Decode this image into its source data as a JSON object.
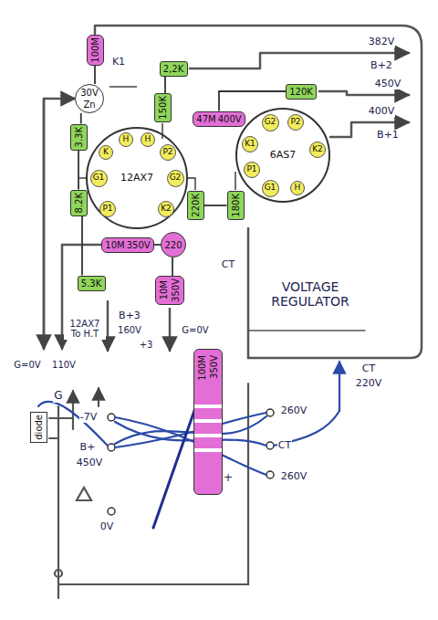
{
  "diagram": {
    "nodes": [
      {
        "text": [
          "100M"
        ]
      },
      {
        "text": [
          "30V",
          "Zn"
        ]
      },
      {
        "text": [
          "2,2K"
        ]
      },
      {
        "text": [
          "150K"
        ]
      },
      {
        "text": [
          "47M",
          "400V"
        ]
      },
      {
        "text": [
          "12AX7"
        ]
      },
      {
        "text": [
          "K"
        ],
        "in": 5
      },
      {
        "text": [
          "H"
        ],
        "in": 5
      },
      {
        "text": [
          "H"
        ],
        "in": 5
      },
      {
        "text": [
          "P2"
        ],
        "in": 5
      },
      {
        "text": [
          "G1"
        ],
        "in": 5
      },
      {
        "text": [
          "G2"
        ],
        "in": 5
      },
      {
        "text": [
          "P1"
        ],
        "in": 5
      },
      {
        "text": [
          "K2"
        ],
        "in": 5
      },
      {
        "text": [
          "3.3K"
        ]
      },
      {
        "text": [
          "8.2K"
        ]
      },
      {
        "text": [
          "10M",
          "350V"
        ]
      },
      {
        "text": [
          "220"
        ]
      },
      {
        "text": [
          "220K"
        ]
      },
      {
        "text": [
          "180K"
        ]
      },
      {
        "text": [
          "5.3K"
        ]
      },
      {
        "text": [
          "10M",
          "350V"
        ]
      },
      {
        "text": [
          "120K"
        ]
      },
      {
        "text": [
          "6AS7"
        ]
      },
      {
        "text": [
          "G2"
        ],
        "in": 23
      },
      {
        "text": [
          "P2"
        ],
        "in": 23
      },
      {
        "text": [
          "K1"
        ],
        "in": 23
      },
      {
        "text": [
          "K2"
        ],
        "in": 23
      },
      {
        "text": [
          "P1"
        ],
        "in": 23
      },
      {
        "text": [
          "G1"
        ],
        "in": 23
      },
      {
        "text": [
          "H"
        ],
        "in": 23
      },
      {
        "text": [
          "diode"
        ]
      },
      {
        "text": [
          "100M",
          "350V"
        ]
      }
    ],
    "edges": [
      {
        "from": 0,
        "to": 1,
        "arrow": "none"
      },
      {
        "from": 1,
        "to": 14,
        "arrow": "none"
      },
      {
        "from": 14,
        "to": 15,
        "arrow": "none"
      },
      {
        "from": 15,
        "to": 20,
        "arrow": "none"
      },
      {
        "from": 2,
        "to": 3,
        "arrow": "none"
      },
      {
        "from": 4,
        "to": 22,
        "arrow": "none"
      },
      {
        "from": 16,
        "to": 17,
        "arrow": "none"
      },
      {
        "from": 17,
        "to": 21,
        "arrow": "none"
      },
      {
        "from": 18,
        "to": 19,
        "arrow": "none"
      }
    ],
    "labels": [
      "K1",
      "382V",
      "B+2",
      "450V",
      "400V",
      "B+1",
      "CT",
      "VOLTAGE REGULATOR",
      "12AX7 To H.T",
      "G=0V",
      "110V",
      "B+3",
      "160V",
      "+3",
      "G=0V",
      "G",
      "-7V",
      "B+",
      "450V",
      "0V",
      "260V",
      "CT",
      "260V",
      "CT",
      "220V",
      "+"
    ]
  }
}
